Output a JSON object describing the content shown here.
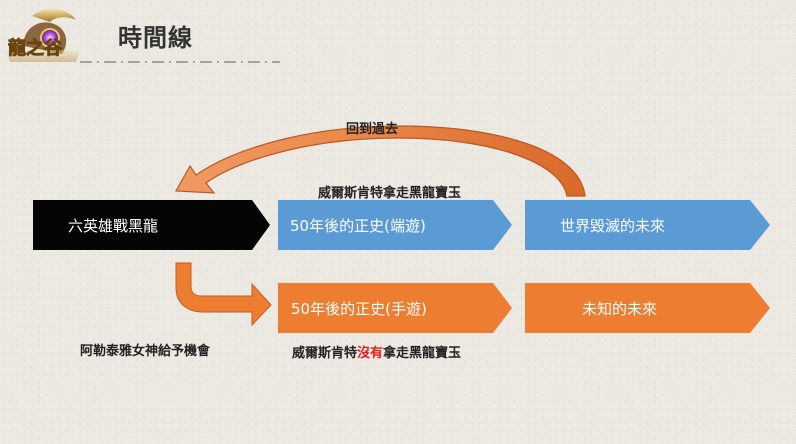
{
  "header": {
    "title": "時間線",
    "logo_text": "龍之谷"
  },
  "diagram": {
    "back_label": "回到過去",
    "top_caption": "威爾斯肯特拿走黑龍寶玉",
    "bottom_caption_before": "威爾斯肯特",
    "bottom_caption_highlight": "沒有",
    "bottom_caption_after": "拿走黑龍寶玉",
    "left_caption": "阿勒泰雅女神給予機會",
    "boxes": {
      "start": "六英雄戰黑龍",
      "pc_history": "50年後的正史(端遊)",
      "destroyed_future": "世界毀滅的未來",
      "mobile_history": "50年後的正史(手遊)",
      "unknown_future": "未知的未來"
    },
    "colors": {
      "black": "#050505",
      "blue": "#5b9bd5",
      "orange": "#ed7d31",
      "highlight": "#e0201a"
    }
  }
}
